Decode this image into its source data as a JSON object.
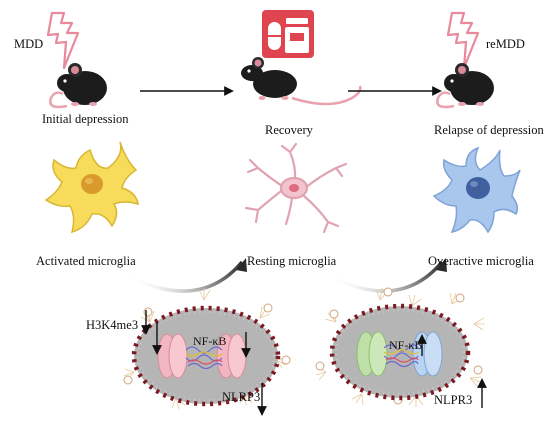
{
  "stages": {
    "mdd": "MDD",
    "remdd": "reMDD",
    "initial": "Initial depression",
    "recovery": "Recovery",
    "relapse": "Relapse of depression"
  },
  "cells": {
    "activated": "Activated microglia",
    "resting": "Resting microglia",
    "overactive": "Overactive microglia"
  },
  "markers": {
    "h3k4me3": "H3K4me3",
    "nfkb": "NF-κB",
    "nlrp3": "NLRP3",
    "nlpr3": "NLPR3"
  },
  "colors": {
    "lightning": "#f2a6b3",
    "activated_cell": "#f6dc5a",
    "resting_cell": "#f3c3cf",
    "overactive_cell": "#a9c6ec",
    "drug_box": "#e0454f",
    "nucleus_fill": "#b5b5b5",
    "membrane_dots": "#7b1a22"
  },
  "icons": [
    "lightning-icon",
    "mouse-icon",
    "medicine-icon",
    "microglia-icon",
    "nucleus-icon",
    "arrow-icon"
  ]
}
